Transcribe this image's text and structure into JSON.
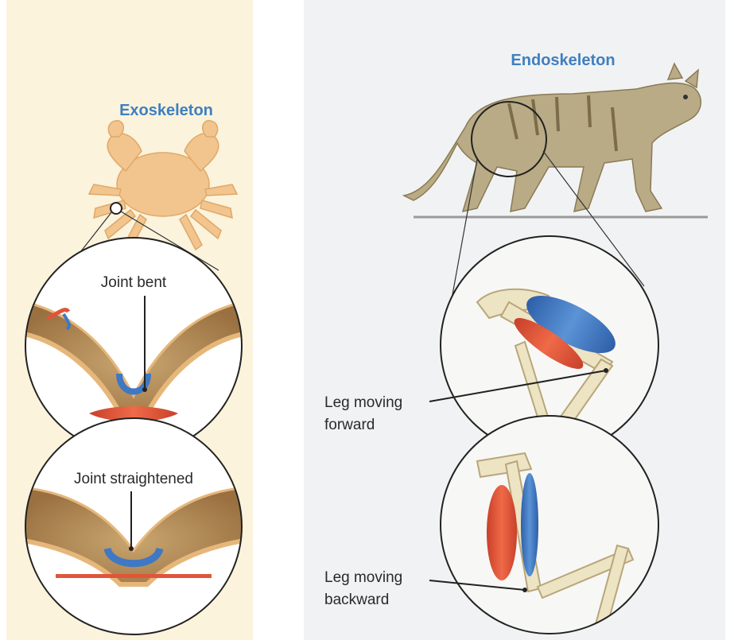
{
  "left_panel": {
    "title": "Exoskeleton",
    "label_bent": "Joint bent",
    "label_straight": "Joint straightened"
  },
  "right_panel": {
    "title": "Endoskeleton",
    "label_forward_line1": "Leg moving",
    "label_forward_line2": "forward",
    "label_backward_line1": "Leg moving",
    "label_backward_line2": "backward"
  },
  "colors": {
    "title_blue": "#3f7fc0",
    "muscle_red": "#e0553a",
    "muscle_blue": "#3f78c4",
    "exo_brown": "#b88a52",
    "bone": "#ede4c4",
    "left_bg": "#fbf3dc",
    "right_bg": "#f1f2f3"
  }
}
